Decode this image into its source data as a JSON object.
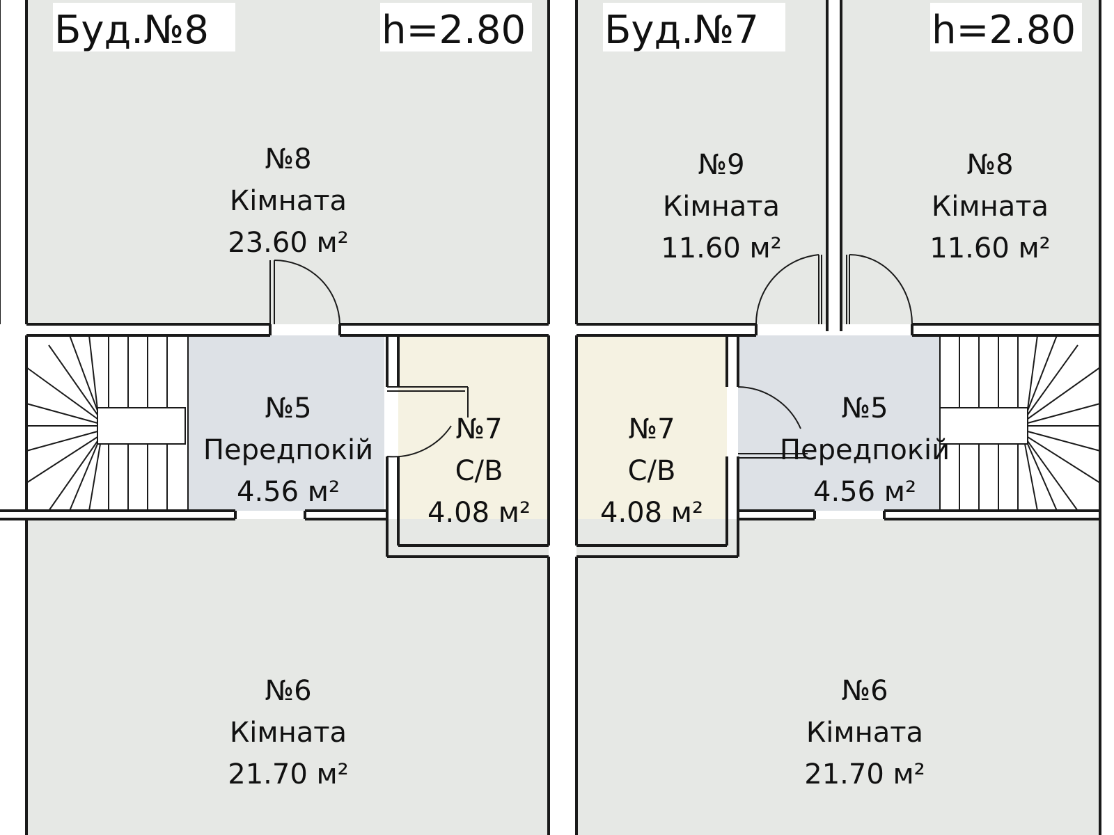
{
  "buildings": [
    {
      "title": "Буд.№8",
      "height_label": "h=2.80"
    },
    {
      "title": "Буд.№7",
      "height_label": "h=2.80"
    }
  ],
  "rooms": {
    "b8_room8": {
      "number": "№8",
      "name": "Кімната",
      "area": "23.60 м²"
    },
    "b8_hall5": {
      "number": "№5",
      "name": "Передпокій",
      "area": "4.56 м²"
    },
    "b8_wc7": {
      "number": "№7",
      "name": "С/В",
      "area": "4.08 м²"
    },
    "b8_room6": {
      "number": "№6",
      "name": "Кімната",
      "area": "21.70 м²"
    },
    "b7_room9": {
      "number": "№9",
      "name": "Кімната",
      "area": "11.60 м²"
    },
    "b7_room8": {
      "number": "№8",
      "name": "Кімната",
      "area": "11.60 м²"
    },
    "b7_wc7": {
      "number": "№7",
      "name": "С/В",
      "area": "4.08 м²"
    },
    "b7_hall5": {
      "number": "№5",
      "name": "Передпокій",
      "area": "4.56 м²"
    },
    "b7_room6": {
      "number": "№6",
      "name": "Кімната",
      "area": "21.70 м²"
    }
  },
  "colors": {
    "room_fill": "#e6e8e5",
    "hall_fill": "#dde1e6",
    "wc_fill": "#f5f2e2",
    "wall": "#1a1a1a"
  }
}
